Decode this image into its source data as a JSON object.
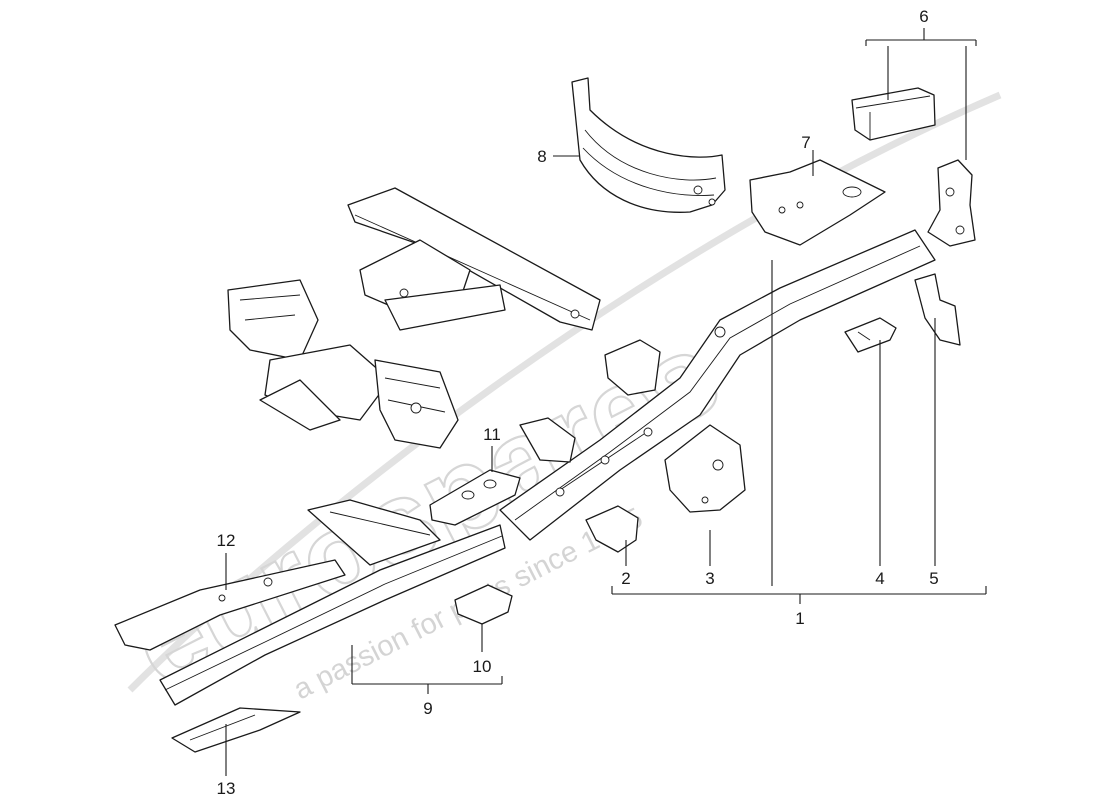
{
  "watermark": {
    "brand": "eurospares",
    "tagline": "a passion for parts since 1985"
  },
  "callouts": [
    {
      "id": "c1",
      "text": "1"
    },
    {
      "id": "c2",
      "text": "2"
    },
    {
      "id": "c3",
      "text": "3"
    },
    {
      "id": "c4",
      "text": "4"
    },
    {
      "id": "c5",
      "text": "5"
    },
    {
      "id": "c6",
      "text": "6"
    },
    {
      "id": "c7",
      "text": "7"
    },
    {
      "id": "c8",
      "text": "8"
    },
    {
      "id": "c9",
      "text": "9"
    },
    {
      "id": "c10",
      "text": "10"
    },
    {
      "id": "c11",
      "text": "11"
    },
    {
      "id": "c12",
      "text": "12"
    },
    {
      "id": "c13",
      "text": "13"
    }
  ]
}
